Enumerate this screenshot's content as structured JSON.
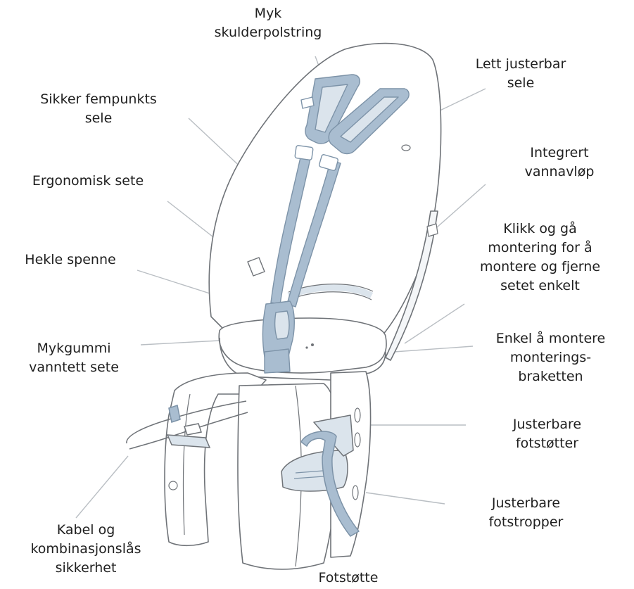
{
  "labels": {
    "shoulder": [
      "Myk",
      "skulderpolstring"
    ],
    "adjustable_harness": [
      "Lett justerbar",
      "sele"
    ],
    "five_point": [
      "Sikker fempunkts",
      "sele"
    ],
    "drain": [
      "Integrert",
      "vannavløp"
    ],
    "ergonomic": [
      "Ergonomisk sete"
    ],
    "click_go": [
      "Klikk og gå",
      "montering for å",
      "montere og fjerne",
      "setet enkelt"
    ],
    "buckle": [
      "Hekle spenne"
    ],
    "bracket": [
      "Enkel å montere",
      "monterings-",
      "braketten"
    ],
    "rubber_seat": [
      "Mykgummi",
      "vanntett sete"
    ],
    "footrests": [
      "Justerbare",
      "fotstøtter"
    ],
    "footstraps": [
      "Justerbare",
      "fotstropper"
    ],
    "cable_lock": [
      "Kabel og",
      "kombinasjonslås",
      "sikkerhet"
    ],
    "footrest": [
      "Fotstøtte"
    ]
  },
  "colors": {
    "outline": "#6f7378",
    "strap": "#a9bdd0",
    "strap_dark": "#7d93a8",
    "pad": "#dbe4ec",
    "leader": "#b9bec3",
    "text": "#1f1f1f"
  }
}
